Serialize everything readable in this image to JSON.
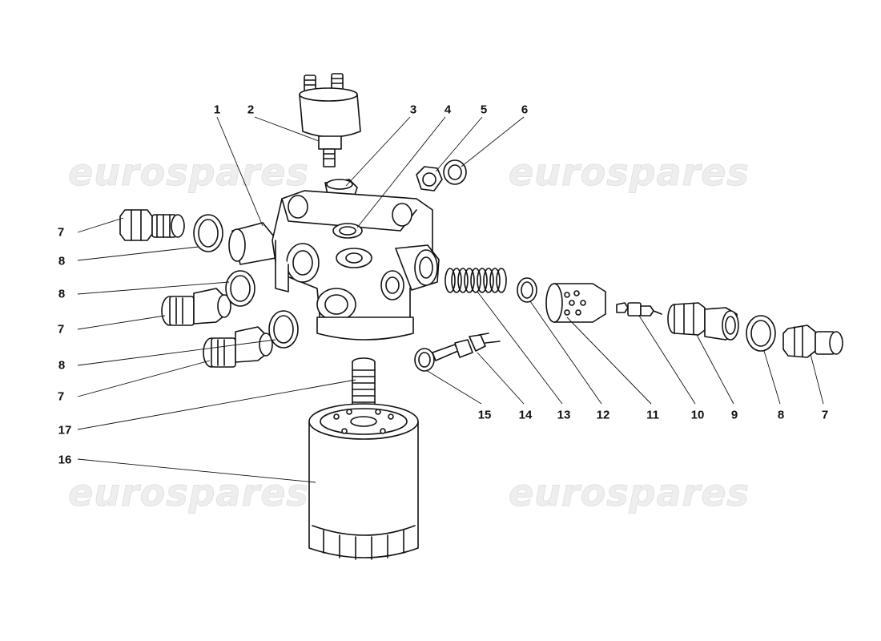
{
  "watermark": {
    "text": "eurospares"
  },
  "callouts": [
    {
      "id": "1",
      "label": "1"
    },
    {
      "id": "2",
      "label": "2"
    },
    {
      "id": "3",
      "label": "3"
    },
    {
      "id": "4",
      "label": "4"
    },
    {
      "id": "5",
      "label": "5"
    },
    {
      "id": "6",
      "label": "6"
    },
    {
      "id": "7a",
      "label": "7"
    },
    {
      "id": "8a",
      "label": "8"
    },
    {
      "id": "8b",
      "label": "8"
    },
    {
      "id": "7b",
      "label": "7"
    },
    {
      "id": "8c",
      "label": "8"
    },
    {
      "id": "7c",
      "label": "7"
    },
    {
      "id": "17",
      "label": "17"
    },
    {
      "id": "16",
      "label": "16"
    },
    {
      "id": "15",
      "label": "15"
    },
    {
      "id": "14",
      "label": "14"
    },
    {
      "id": "13",
      "label": "13"
    },
    {
      "id": "12",
      "label": "12"
    },
    {
      "id": "11",
      "label": "11"
    },
    {
      "id": "10",
      "label": "10"
    },
    {
      "id": "9",
      "label": "9"
    },
    {
      "id": "8d",
      "label": "8"
    },
    {
      "id": "7d",
      "label": "7"
    }
  ]
}
